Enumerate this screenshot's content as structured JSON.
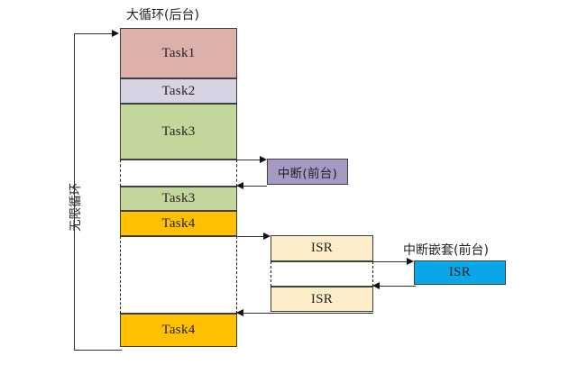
{
  "diagram": {
    "title_main_loop": "大循环(后台)",
    "label_infinite_loop": "无限循环",
    "label_interrupt": "中断(前台)",
    "label_nested_interrupt": "中断嵌套(前台)",
    "caption_cutoff": "",
    "colors": {
      "task1": "#deb0ab",
      "task2": "#d8d3e4",
      "task3": "#c3d69b",
      "task4": "#ffc000",
      "interrupt": "#a69ac4",
      "isr": "#fdeec8",
      "isr_nested": "#09a6e8",
      "stroke": "#3f3f3f",
      "background": "#ffffff"
    },
    "main_column": {
      "blocks": [
        {
          "name": "task1",
          "label": "Task1",
          "fill": "#deb0ab"
        },
        {
          "name": "task2",
          "label": "Task2",
          "fill": "#d8d3e4"
        },
        {
          "name": "task3-first",
          "label": "Task3",
          "fill": "#c3d69b"
        },
        {
          "name": "gap-1",
          "label": "",
          "fill": "#ffffff"
        },
        {
          "name": "task3-resume",
          "label": "Task3",
          "fill": "#c3d69b"
        },
        {
          "name": "task4-first",
          "label": "Task4",
          "fill": "#ffc000"
        },
        {
          "name": "gap-2",
          "label": "",
          "fill": "#ffffff"
        },
        {
          "name": "task4-resume",
          "label": "Task4",
          "fill": "#ffc000"
        }
      ]
    },
    "interrupt_column": {
      "block": {
        "name": "interrupt",
        "label": "中断(前台)",
        "fill": "#a69ac4"
      }
    },
    "isr_column": {
      "blocks": [
        {
          "name": "isr-first",
          "label": "ISR",
          "fill": "#fdeec8"
        },
        {
          "name": "isr-gap",
          "label": "",
          "fill": "#ffffff"
        },
        {
          "name": "isr-resume",
          "label": "ISR",
          "fill": "#fdeec8"
        }
      ]
    },
    "nested_column": {
      "block": {
        "name": "isr-nested",
        "label": "ISR",
        "fill": "#09a6e8"
      }
    }
  }
}
